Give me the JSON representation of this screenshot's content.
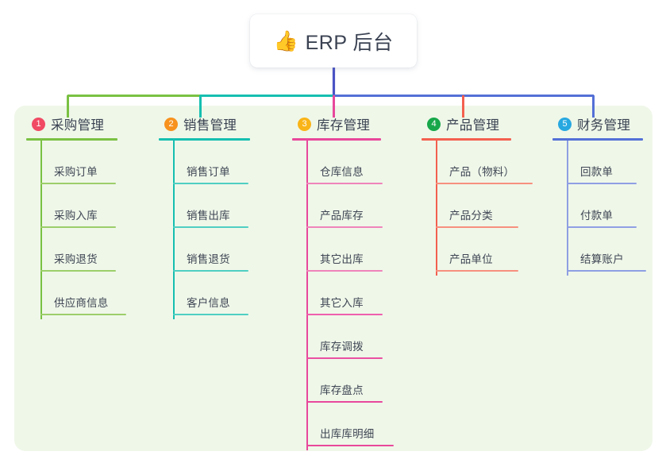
{
  "diagram": {
    "type": "mind-map",
    "root": {
      "icon": "thumbs-up-icon",
      "emoji": "👍",
      "title": "ERP 后台"
    },
    "trunk_color": "#4a53c4",
    "panel_color": "#eff7e9",
    "branches": [
      {
        "index": "1",
        "badge_number": "1",
        "badge_color": "#f04a64",
        "color": "#7ac143",
        "title": "采购管理",
        "leaves": [
          {
            "label": "采购订单"
          },
          {
            "label": "采购入库"
          },
          {
            "label": "采购退货"
          },
          {
            "label": "供应商信息"
          }
        ]
      },
      {
        "index": "2",
        "badge_number": "2",
        "badge_color": "#f7921e",
        "color": "#16bfb0",
        "title": "销售管理",
        "leaves": [
          {
            "label": "销售订单"
          },
          {
            "label": "销售出库"
          },
          {
            "label": "销售退货"
          },
          {
            "label": "客户信息"
          }
        ]
      },
      {
        "index": "3",
        "badge_number": "3",
        "badge_color": "#f9b417",
        "color": "#e8489b",
        "title": "库存管理",
        "leaves": [
          {
            "label": "仓库信息"
          },
          {
            "label": "产品库存"
          },
          {
            "label": "其它出库"
          },
          {
            "label": "其它入库"
          },
          {
            "label": "库存调拨"
          },
          {
            "label": "库存盘点"
          },
          {
            "label": "出库库明细"
          }
        ]
      },
      {
        "index": "4",
        "badge_number": "4",
        "badge_color": "#17a74a",
        "color": "#f4604f",
        "title": "产品管理",
        "leaves": [
          {
            "label": "产品（物料）"
          },
          {
            "label": "产品分类"
          },
          {
            "label": "产品单位"
          }
        ]
      },
      {
        "index": "5",
        "badge_number": "5",
        "badge_color": "#27a8e0",
        "color": "#5470d6",
        "title": "财务管理",
        "leaves": [
          {
            "label": "回款单"
          },
          {
            "label": "付款单"
          },
          {
            "label": "结算账户"
          }
        ]
      }
    ]
  }
}
